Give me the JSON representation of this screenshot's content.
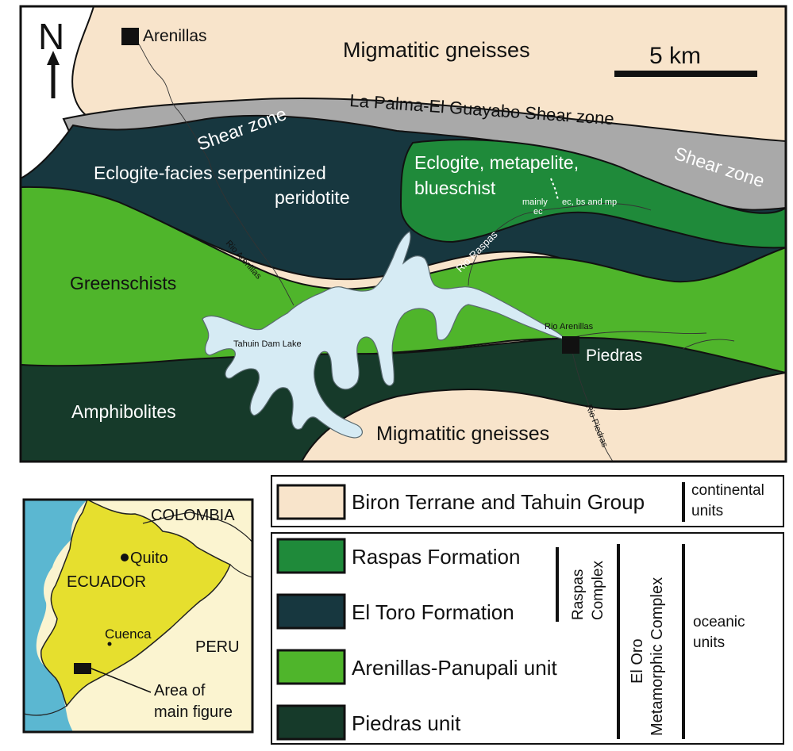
{
  "colors": {
    "biron": "#f8e4cb",
    "shear": "#a9a9a9",
    "raspas": "#1f8a3a",
    "el_toro": "#17373f",
    "arenillas_panupali": "#4fb52b",
    "piedras": "#163a2a",
    "lake": "#d6ebf4",
    "sea": "#5bb7d1",
    "ecuador": "#e6df2e",
    "neighbors": "#fbf4d0"
  },
  "map": {
    "north_arrow": "N",
    "scale_label": "5 km",
    "town_arenillas": "Arenillas",
    "town_piedras": "Piedras",
    "migmatitic_top": "Migmatitic gneisses",
    "migmatitic_bottom": "Migmatitic gneisses",
    "shear_zone_title": "La Palma-El Guayabo Shear zone",
    "shear_zone_left": "Shear zone",
    "shear_zone_right": "Shear zone",
    "eclogite_peridotite_1": "Eclogite-facies serpentinized",
    "eclogite_peridotite_2": "peridotite",
    "eclogite_metapelite_1": "Eclogite, metapelite,",
    "eclogite_metapelite_2": "blueschist",
    "mainly_1": "mainly",
    "mainly_2": "ec",
    "ec_bs_mp": "ec, bs and mp",
    "rio_raspas": "Rio Raspas",
    "rio_arenillas_west": "Rio Arenillas",
    "rio_arenillas_east": "Rio Arenillas",
    "rio_piedras": "Rio Piedras",
    "greenschists": "Greenschists",
    "amphibolites": "Amphibolites",
    "tahuin_lake": "Tahuin Dam Lake"
  },
  "inset": {
    "colombia": "COLOMBIA",
    "quito": "Quito",
    "ecuador": "ECUADOR",
    "cuenca": "Cuenca",
    "peru": "PERU",
    "area_1": "Area of",
    "area_2": "main figure"
  },
  "legend": {
    "biron": "Biron Terrane and Tahuin Group",
    "continental_1": "continental",
    "continental_2": "units",
    "raspas_formation": "Raspas Formation",
    "el_toro_formation": "El Toro Formation",
    "arenillas_panupali": "Arenillas-Panupali unit",
    "piedras_unit": "Piedras unit",
    "raspas_complex_1": "Raspas",
    "raspas_complex_2": "Complex",
    "el_oro_1": "El Oro",
    "el_oro_2": "Metamorphic Complex",
    "oceanic_1": "oceanic",
    "oceanic_2": "units"
  }
}
